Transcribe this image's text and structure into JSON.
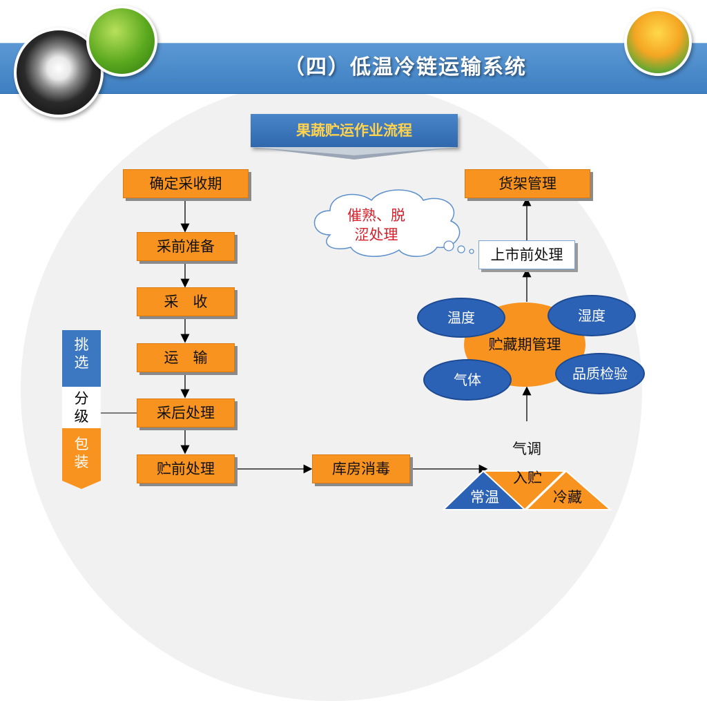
{
  "header": {
    "title": "（四）低温冷链运输系统"
  },
  "banner": {
    "label": "果蔬贮运作业流程"
  },
  "flow": {
    "steps": [
      "确定采收期",
      "采前准备",
      "采　收",
      "运　输",
      "采后处理",
      "贮前处理"
    ],
    "disinfect": "库房消毒"
  },
  "side": {
    "top": "挑\n选",
    "mid": "分\n级",
    "bottom": "包\n装"
  },
  "storage": {
    "center": "贮藏期管理",
    "factors": [
      "温度",
      "湿度",
      "气体",
      "品质检验"
    ]
  },
  "upper": {
    "pre_market": "上市前处理",
    "shelf": "货架管理"
  },
  "cloud": {
    "text": "催熟、脱\n涩处理"
  },
  "entry": {
    "ca": "气调",
    "in": "入贮",
    "normal": "常温",
    "cold": "冷藏"
  },
  "colors": {
    "orange": "#f7931e",
    "blue": "#2b62b6",
    "header": "#4a88c8"
  }
}
